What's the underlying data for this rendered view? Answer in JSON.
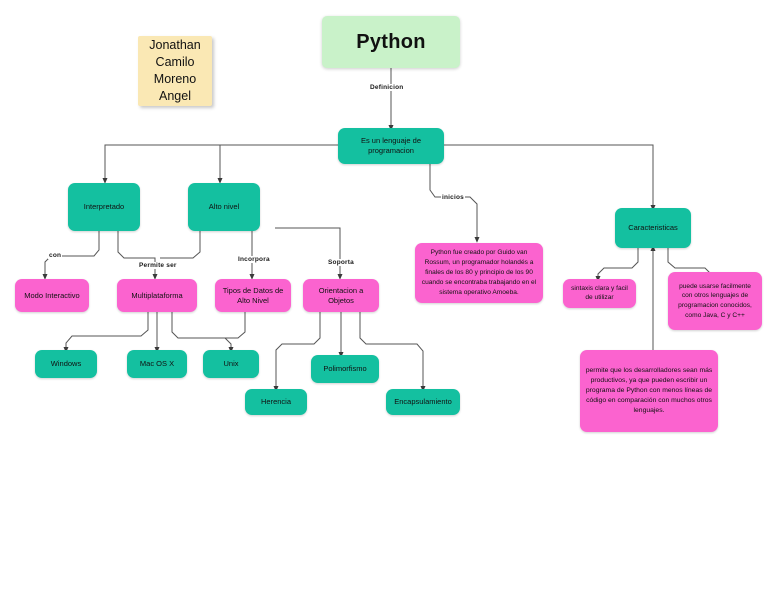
{
  "diagram": {
    "title": "Python",
    "author_note": "Jonathan\nCamilo\nMoreno\nAngel",
    "colors": {
      "root": "#c9f2c9",
      "teal": "#14c0a0",
      "pink": "#fb63cf",
      "note": "#fae8b4",
      "edge": "#444444",
      "text": "#111111",
      "background": "#ffffff"
    },
    "nodes": [
      {
        "id": "python",
        "label": "Python",
        "type": "root"
      },
      {
        "id": "lenguaje",
        "label": "Es un lenguaje de\nprogramacion",
        "type": "teal"
      },
      {
        "id": "interpretado",
        "label": "Interpretado",
        "type": "teal"
      },
      {
        "id": "altonivel",
        "label": "Alto nivel",
        "type": "teal"
      },
      {
        "id": "caracteristicas",
        "label": "Caracteristicas",
        "type": "teal"
      },
      {
        "id": "modo",
        "label": "Modo Interactivo",
        "type": "pink"
      },
      {
        "id": "multiplataforma",
        "label": "Multiplataforma",
        "type": "pink"
      },
      {
        "id": "tipos",
        "label": "Tipos de Datos de\nAlto Nivel",
        "type": "pink"
      },
      {
        "id": "objetos",
        "label": "Orientacion a\nObjetos",
        "type": "pink"
      },
      {
        "id": "windows",
        "label": "Windows",
        "type": "teal"
      },
      {
        "id": "macosx",
        "label": "Mac OS X",
        "type": "teal"
      },
      {
        "id": "unix",
        "label": "Unix",
        "type": "teal"
      },
      {
        "id": "herencia",
        "label": "Herencia",
        "type": "teal"
      },
      {
        "id": "polimorfismo",
        "label": "Polimorfismo",
        "type": "teal"
      },
      {
        "id": "encapsulamiento",
        "label": "Encapsulamiento",
        "type": "teal"
      },
      {
        "id": "inicios",
        "label": "Python fue creado por Guido van Rossum, un programador holandés a finales de los 80 y principio de los 90 cuando se encontraba trabajando en el sistema operativo Amoeba.",
        "type": "pink"
      },
      {
        "id": "sintaxis",
        "label": "sintaxis clara y facil\nde utilizar",
        "type": "pink"
      },
      {
        "id": "interop",
        "label": "puede usarse facilmente con otros lenguajes de programacion conocidos, como Java, C y C++",
        "type": "pink"
      },
      {
        "id": "productivos",
        "label": "permite que los desarrolladores sean más productivos, ya que pueden escribir un programa de Python con menos líneas de código en comparación con muchos otros lenguajes.",
        "type": "pink"
      }
    ],
    "edge_labels": [
      {
        "id": "definicion",
        "label": "Definicion"
      },
      {
        "id": "inicios",
        "label": "inicios"
      },
      {
        "id": "con",
        "label": "con"
      },
      {
        "id": "permite",
        "label": "Permite ser"
      },
      {
        "id": "incorpora",
        "label": "Incorpora"
      },
      {
        "id": "soporta",
        "label": "Soporta"
      }
    ]
  }
}
